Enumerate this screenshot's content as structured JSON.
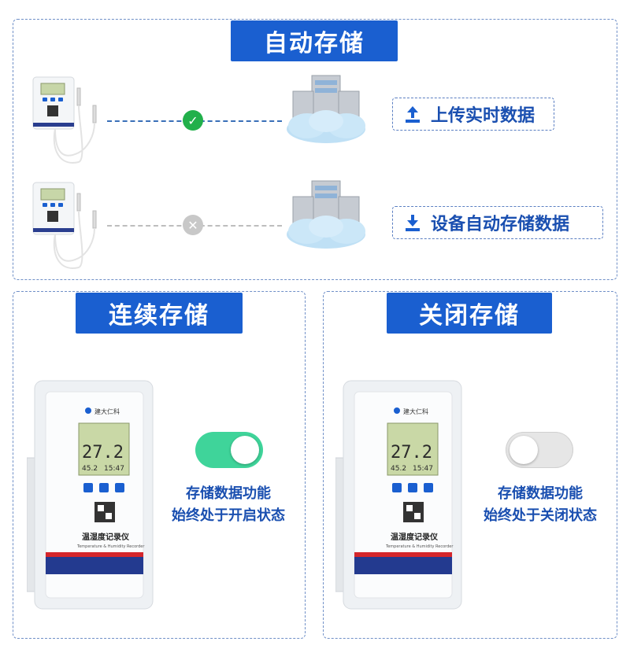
{
  "top": {
    "title": "自动存储",
    "upload_label": "上传实时数据",
    "store_label": "设备自动存储数据",
    "icons": [
      "upload-icon",
      "download-icon",
      "check-icon",
      "cross-icon"
    ],
    "colors": {
      "accent": "#1a5fd0",
      "ok": "#22b04b",
      "off": "#bdbdbd"
    }
  },
  "left": {
    "title": "连续存储",
    "caption_line1": "存储数据功能",
    "caption_line2": "始终处于开启状态",
    "toggle": "on",
    "toggle_color": "#3fd49a"
  },
  "right": {
    "title": "关闭存储",
    "caption_line1": "存储数据功能",
    "caption_line2": "始终处于关闭状态",
    "toggle": "off",
    "toggle_color": "#e6e6e6"
  },
  "device": {
    "brand": "建大仁科",
    "screen_temp": "27.2",
    "screen_hum": "45.2",
    "screen_time": "15:47",
    "label_cn": "温湿度记录仪",
    "label_en": "Temperature & Humidity Recorder"
  }
}
